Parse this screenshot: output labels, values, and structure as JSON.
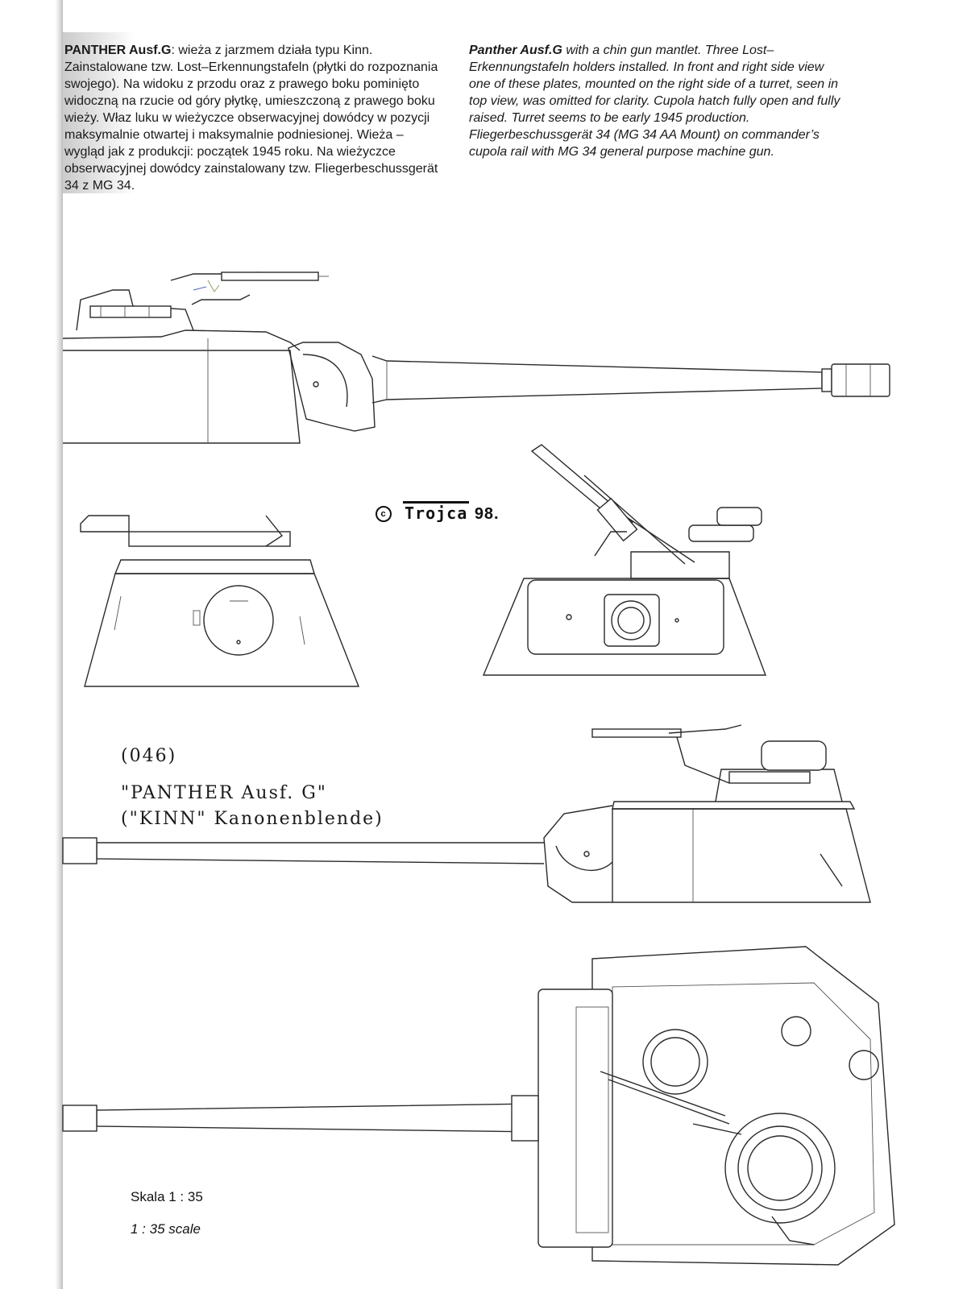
{
  "text_pl": {
    "lead": "PANTHER Ausf.G",
    "body": ": wieża z jarzmem działa typu Kinn. Zainstalowane tzw. Lost–Erkennungstafeln (płytki do rozpoznania swojego). Na widoku z przodu oraz z prawego boku pominięto widoczną na rzucie od góry płytkę, umieszczoną z prawego boku wieży. Właz luku w wieżyczce obserwacyjnej dowódcy w pozycji maksymalnie otwartej i maksymalnie podniesionej. Wieża – wygląd jak z produkcji: początek 1945 roku. Na wieżyczce obserwacyjnej dowódcy zainstalowany tzw. Fliegerbeschussgerät 34 z MG 34."
  },
  "text_en": {
    "lead": "Panther Ausf.G",
    "body": " with a chin gun mantlet. Three Lost–Erkennungstafeln holders installed. In front and right side view one of these plates, mounted on the right side of a turret, seen in top view, was omitted for clarity. Cupola hatch fully open and fully raised. Turret seems to be early 1945 production. Fliegerbeschussgerät 34 (MG 34 AA Mount) on commander’s cupola rail with MG 34 general purpose machine gun."
  },
  "copyright": {
    "symbol": "c",
    "brand": "Trojca",
    "year": "98."
  },
  "caption": {
    "number": "(046)",
    "title": "\"PANTHER   Ausf. G\"",
    "subtitle": "(\"KINN\"  Kanonenblende)"
  },
  "scale": {
    "pl": "Skala 1 : 35",
    "en": "1 : 35 scale"
  },
  "colors": {
    "line": "#2a2a2a",
    "accent_blue": "#4a64b8",
    "accent_olive": "#8aa060"
  }
}
